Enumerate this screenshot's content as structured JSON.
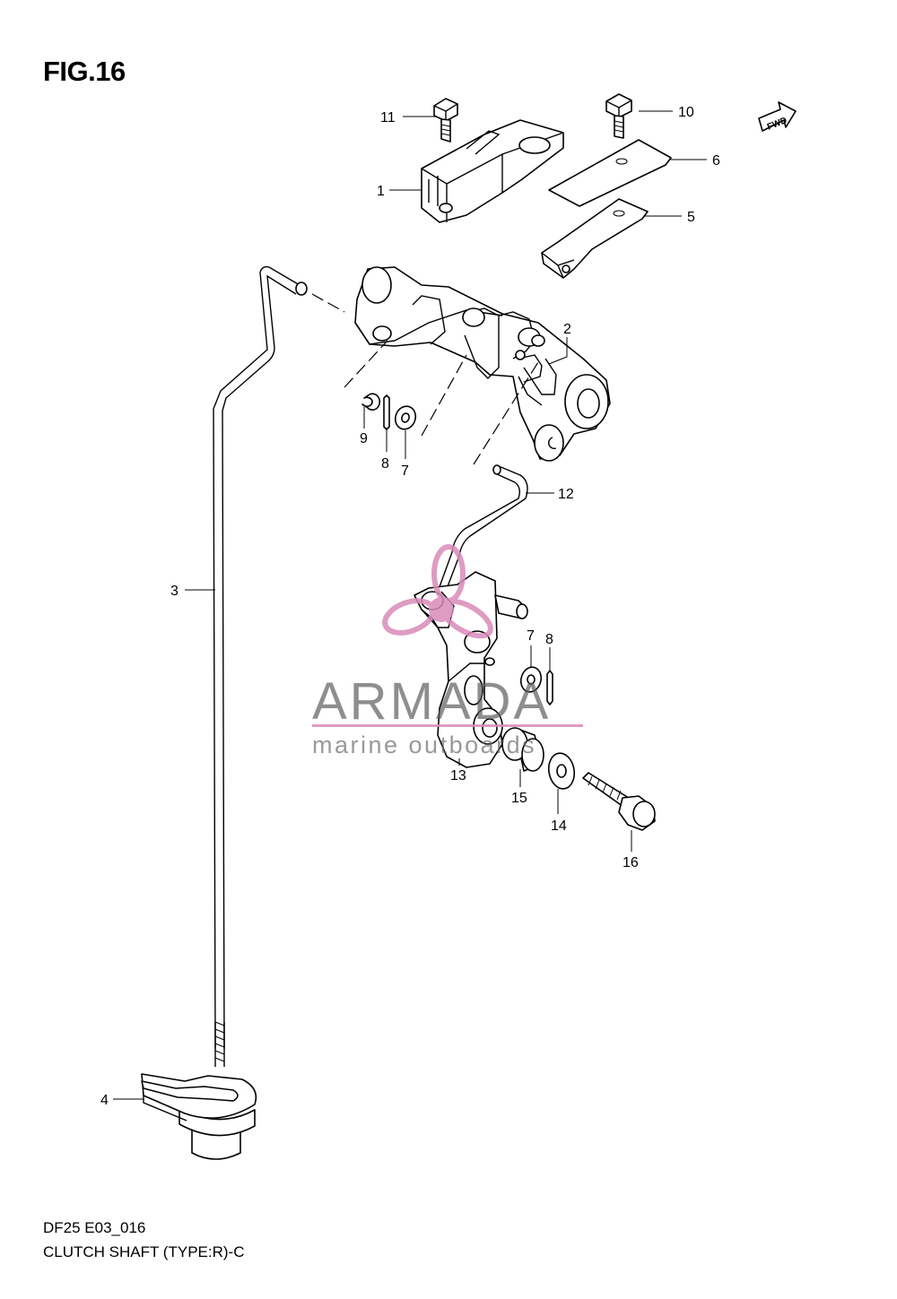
{
  "figure": {
    "title": "FIG.16",
    "code": "DF25 E03_016",
    "name": "CLUTCH SHAFT (TYPE:R)-C",
    "direction_label": "FWD"
  },
  "watermark": {
    "brand": "ARMADA",
    "tagline": "marine outboards",
    "color": "#d98bb8"
  },
  "callouts": {
    "c1": "1",
    "c2": "2",
    "c3": "3",
    "c4": "4",
    "c5": "5",
    "c6": "6",
    "c7a": "7",
    "c7b": "7",
    "c8a": "8",
    "c8b": "8",
    "c9": "9",
    "c10": "10",
    "c11": "11",
    "c12": "12",
    "c13": "13",
    "c14": "14",
    "c15": "15",
    "c16": "16"
  }
}
